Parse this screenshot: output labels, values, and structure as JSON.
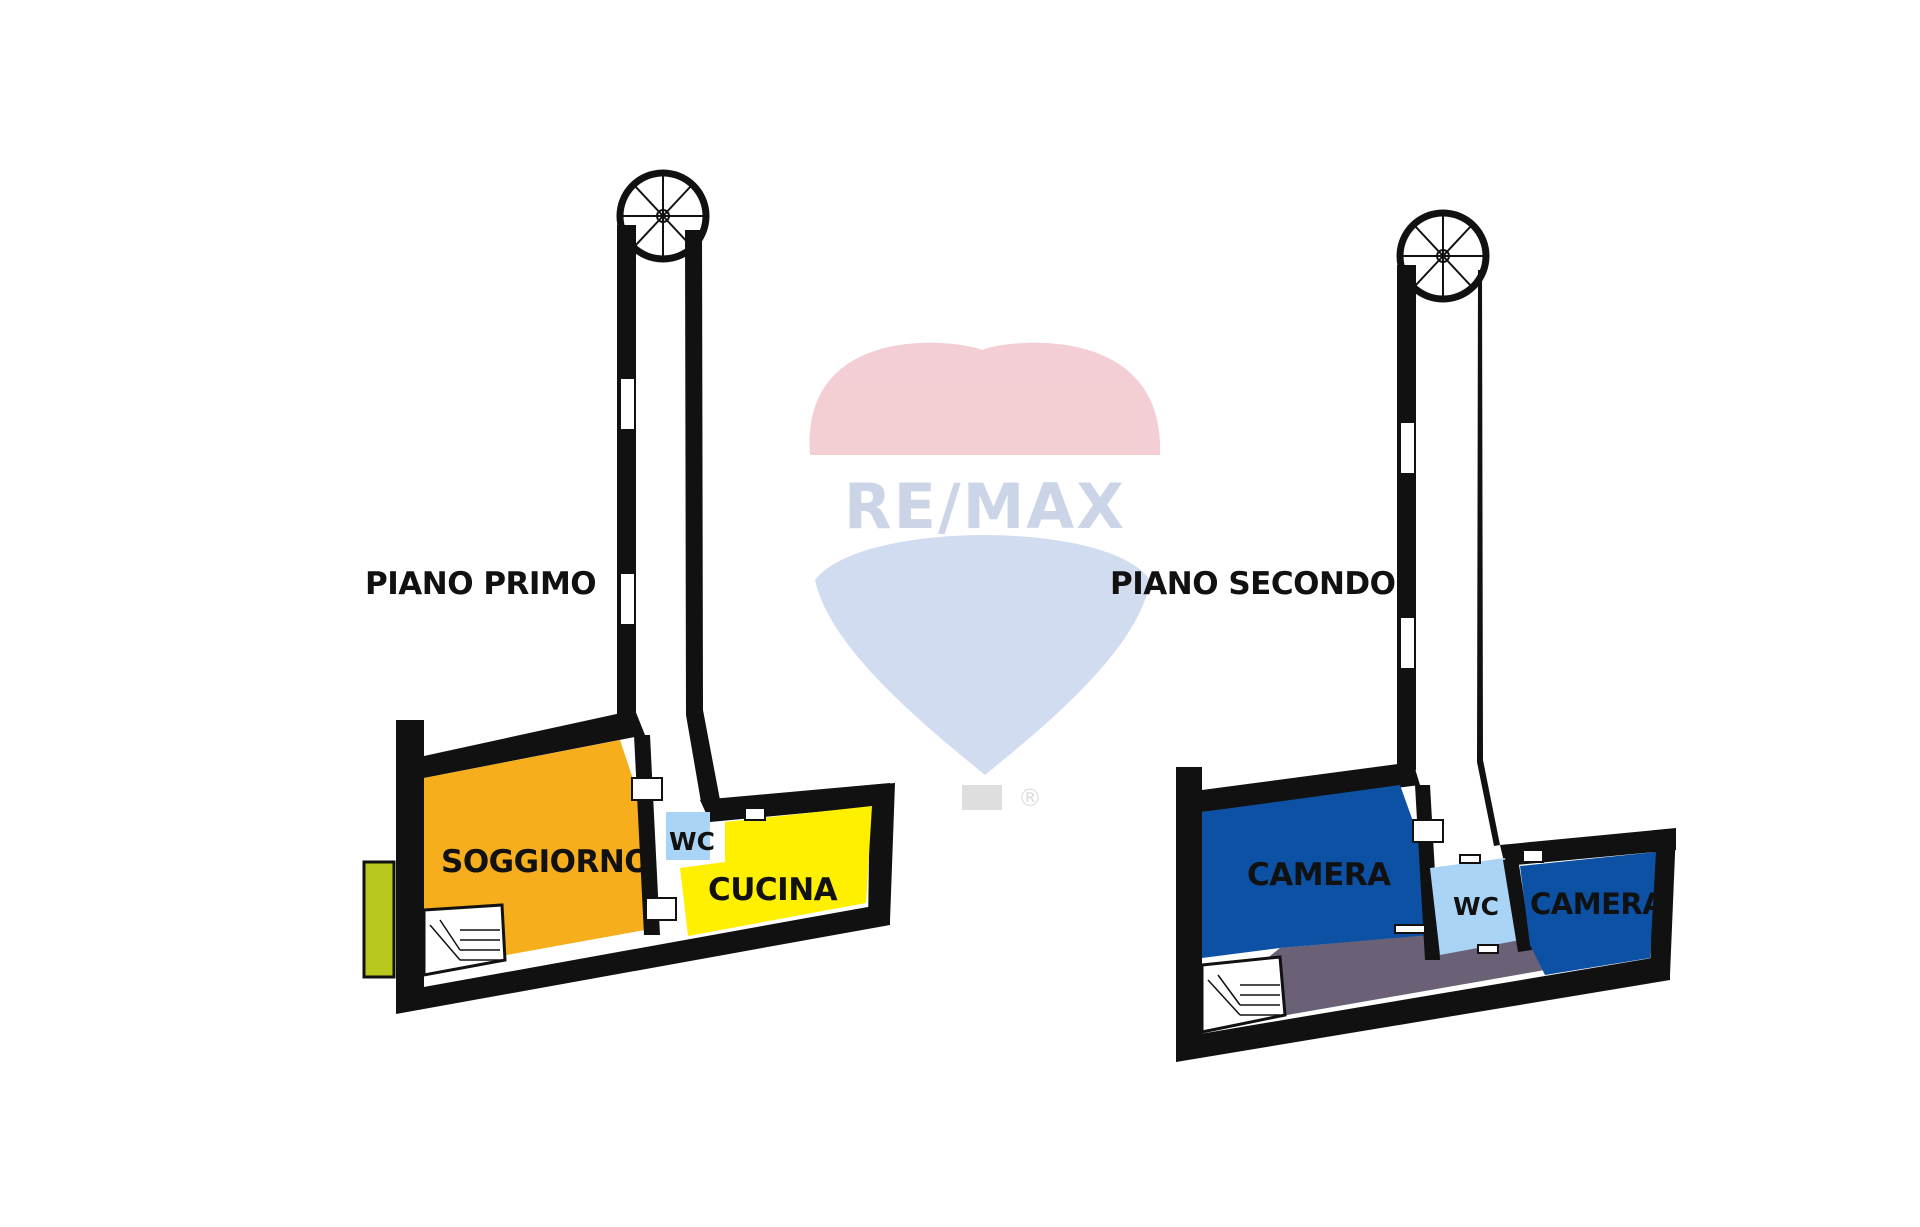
{
  "floors": [
    {
      "title": "PIANO PRIMO",
      "rooms": [
        {
          "name": "SOGGIORNO",
          "color": "#f6ae1d"
        },
        {
          "name": "CUCINA",
          "color": "#fff000"
        },
        {
          "name": "WC",
          "color": "#a9d4f5"
        }
      ],
      "balcony_color": "#b9c81f"
    },
    {
      "title": "PIANO SECONDO",
      "rooms": [
        {
          "name": "CAMERA",
          "color": "#0c51a4"
        },
        {
          "name": "WC",
          "color": "#a9d4f5"
        },
        {
          "name": "CAMERA",
          "color": "#0c51a4"
        }
      ],
      "hall_color": "#6a6176"
    }
  ],
  "watermark": {
    "brand": "RE/MAX",
    "registered": "®",
    "colors": {
      "top": "#f1c6cc",
      "bottom": "#c9d6ee",
      "text": "#c3cee3"
    }
  },
  "colors": {
    "wall": "#111111",
    "background": "#ffffff"
  }
}
